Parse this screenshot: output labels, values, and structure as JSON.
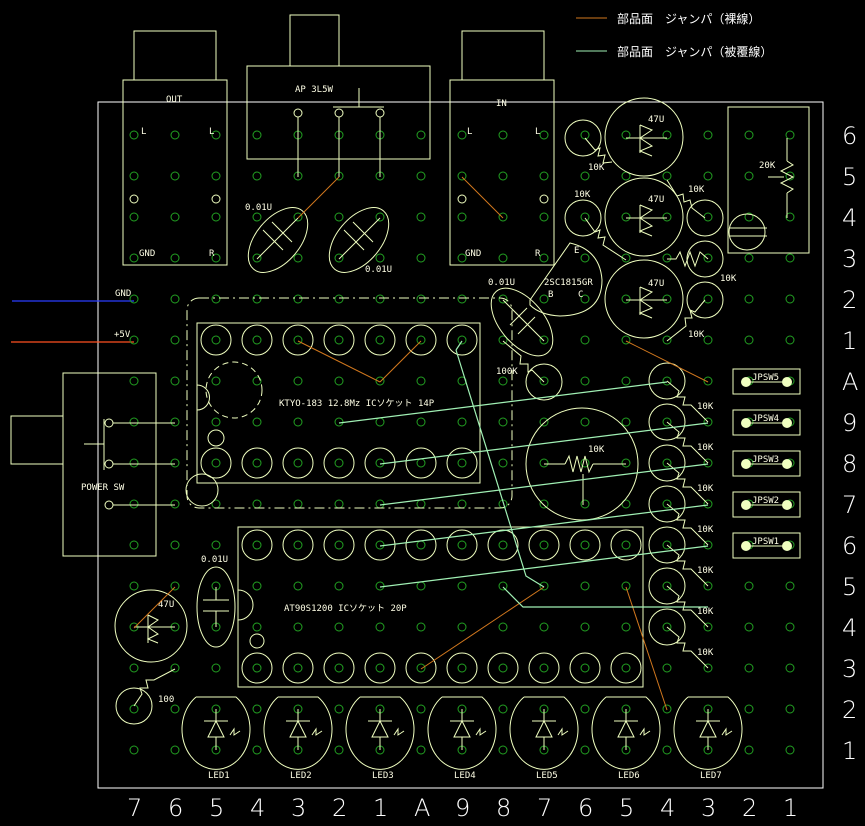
{
  "legend": [
    {
      "label": "部品面　ジャンパ（裸線）",
      "color": "#d2781e"
    },
    {
      "label": "部品面　ジャンパ（被覆線）",
      "color": "#a0f0b4"
    }
  ],
  "colors": {
    "background": "#000000",
    "outline": "#f0ffc0",
    "hole": "#22a022",
    "gnd_wire": "#2a3cff",
    "v5_wire": "#ff5020",
    "board_edge": "#ffffff"
  },
  "external_wires": {
    "gnd": "GND",
    "vcc": "+5V"
  },
  "components": {
    "out_jack": {
      "title": "OUT",
      "pins": [
        "L",
        "L",
        "GND",
        "R"
      ]
    },
    "switch": {
      "title": "AP 3L5W"
    },
    "in_jack": {
      "title": "IN",
      "pins": [
        "L",
        "L",
        "GND",
        "R"
      ]
    },
    "power_switch": {
      "title": "POWER SW"
    },
    "oscillator": {
      "title": "KTYO-183 12.8Mz ICソケット 14P"
    },
    "mcu": {
      "title": "AT90S1200 ICソケット 20P"
    },
    "transistor": {
      "title": "2SC1815GR",
      "pins": [
        "E",
        "B",
        "C"
      ]
    },
    "trimmer": {
      "title": "20K"
    },
    "vr": {
      "title": "10K"
    },
    "caps_film": [
      "0.01U",
      "0.01U",
      "0.01U",
      "0.01U"
    ],
    "caps_elec": [
      "47U",
      "47U",
      "47U",
      "47U"
    ],
    "resistors": [
      "10K",
      "10K",
      "10K",
      "10K",
      "10K",
      "100K",
      "10K",
      "10K",
      "10K",
      "10K",
      "10K",
      "10K",
      "10K",
      "10K",
      "100"
    ],
    "jumpers": [
      "JPSW5",
      "JPSW4",
      "JPSW3",
      "JPSW2",
      "JPSW1"
    ],
    "leds": [
      "LED1",
      "LED2",
      "LED3",
      "LED4",
      "LED5",
      "LED6",
      "LED7"
    ]
  },
  "axes": {
    "right": [
      "6",
      "5",
      "4",
      "3",
      "2",
      "1",
      "A",
      "9",
      "8",
      "7",
      "6",
      "5",
      "4",
      "3",
      "2",
      "1"
    ],
    "bottom": [
      "7",
      "6",
      "5",
      "4",
      "3",
      "2",
      "1",
      "A",
      "9",
      "8",
      "7",
      "6",
      "5",
      "4",
      "3",
      "2",
      "1"
    ]
  }
}
